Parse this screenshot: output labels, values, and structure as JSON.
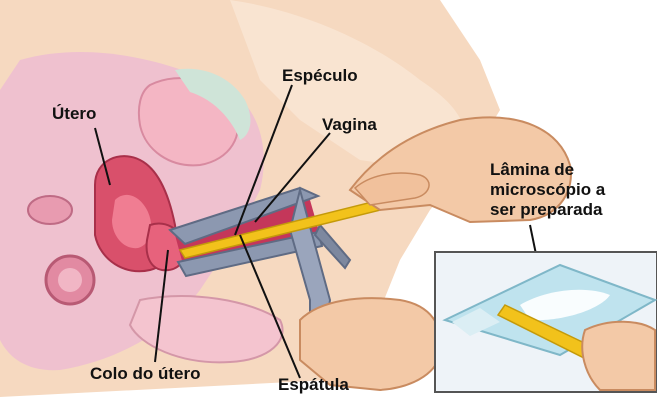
{
  "labels": {
    "utero": "Útero",
    "especulo": "Espéculo",
    "vagina": "Vagina",
    "colo": "Colo do útero",
    "espatula": "Espátula",
    "lamina_line1": "Lâmina de",
    "lamina_line2": "microscópio a",
    "lamina_line3": "ser preparada"
  },
  "colors": {
    "skin": "#f6d9c0",
    "tissue_pink": "#e9a6bd",
    "uterus": "#d9506b",
    "speculum": "#8c98b0",
    "spatula": "#f2c21b",
    "slide": "#bfe3ee"
  }
}
